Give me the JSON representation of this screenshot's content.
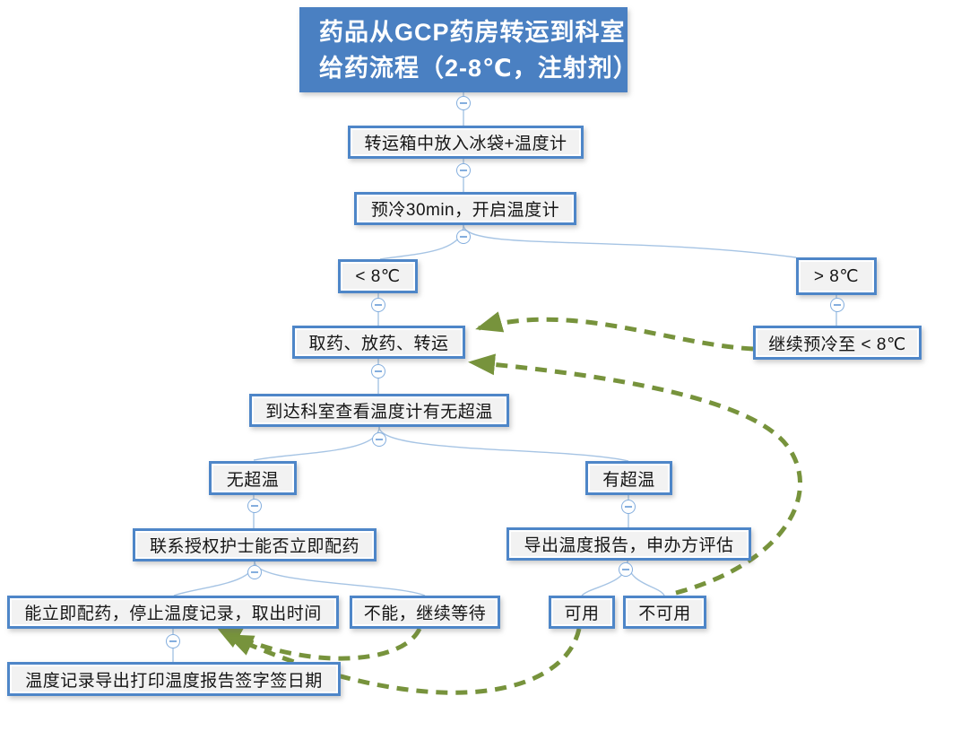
{
  "title": {
    "line1": "药品从GCP药房转运到科室",
    "line2": "给药流程（2-8℃，注射剂）"
  },
  "nodes": {
    "pack_box": "转运箱中放入冰袋+温度计",
    "precool": "预冷30min，开启温度计",
    "below_8": "< 8℃",
    "above_8": "> 8℃",
    "pick_place_transfer": "取药、放药、转运",
    "continue_precool": "继续预冷至 < 8℃",
    "arrive_check": "到达科室查看温度计有无超温",
    "no_excursion": "无超温",
    "excursion": "有超温",
    "contact_nurse": "联系授权护士能否立即配药",
    "export_report_evaluate": "导出温度报告，申办方评估",
    "prepare_now": "能立即配药，停止温度记录，取出时间",
    "cannot_wait": "不能，继续等待",
    "usable": "可用",
    "unusable": "不可用",
    "export_print_sign": "温度记录导出打印温度报告签字签日期"
  },
  "icons": {
    "collapse_toggle": "minus-circle"
  },
  "colors": {
    "title_bg": "#4a80c2",
    "node_border": "#4e86c8",
    "node_bg": "#f2f2f2",
    "connector": "#a6c4e4",
    "loop_arrow": "#77933c"
  }
}
